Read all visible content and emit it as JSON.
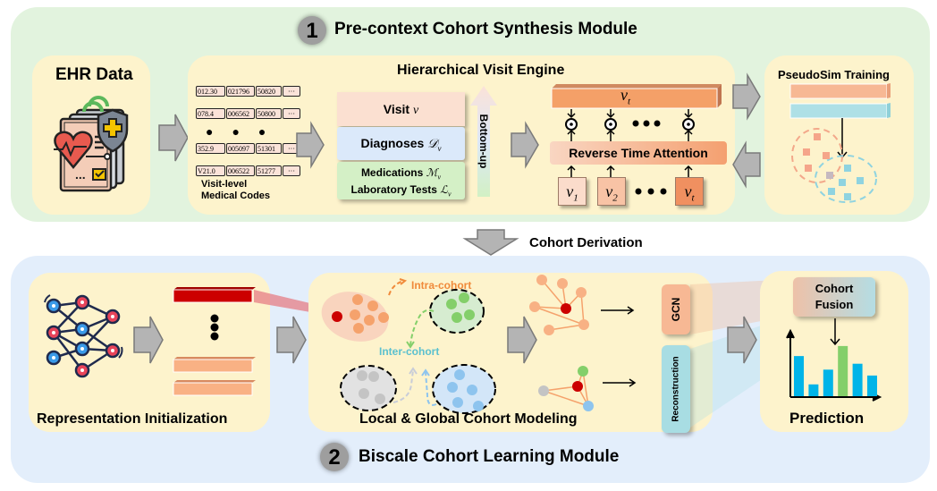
{
  "module1": {
    "number": "1",
    "title": "Pre-context Cohort Synthesis Module"
  },
  "module2": {
    "number": "2",
    "title": "Biscale Cohort Learning Module"
  },
  "ehr": {
    "title": "EHR Data",
    "icon": "medical-record-icon"
  },
  "hve": {
    "title": "Hierarchical Visit Engine",
    "code_rows": [
      [
        "012.30",
        "021796",
        "50820",
        "···"
      ],
      [
        "078.4",
        "006562",
        "50800",
        "···"
      ],
      [
        "352.9",
        "005097",
        "51301",
        "···"
      ],
      [
        "V21.0",
        "006522",
        "51277",
        "···"
      ]
    ],
    "codes_caption_line1": "Visit-level",
    "codes_caption_line2": "Medical Codes",
    "visit_label": "Visit",
    "visit_symbol": "v",
    "diagnoses_label": "Diagnoses",
    "diagnoses_symbol": "𝒟",
    "medications_label": "Medications",
    "medications_symbol": "ℳ",
    "labtests_label": "Laboratory Tests",
    "labtests_symbol": "ℒ",
    "subscript": "v",
    "bottom_up_label": "Bottom-up",
    "attention_label": "Reverse Time Attention",
    "vt_top": "v",
    "vt_sub": "t",
    "visit_seq": [
      {
        "main": "v",
        "sub": "1"
      },
      {
        "main": "v",
        "sub": "2"
      },
      {
        "main": "v",
        "sub": "t"
      }
    ],
    "ellipsis": "●●●"
  },
  "pseudosim": {
    "title": "PseudoSim Training"
  },
  "cohort_derivation": {
    "label": "Cohort Derivation"
  },
  "rep_init": {
    "title": "Representation Initialization"
  },
  "cohort_modeling": {
    "title": "Local & Global Cohort Modeling",
    "intra_label": "Intra-cohort",
    "inter_label": "Inter-cohort",
    "gcn_label": "GCN",
    "recon_label": "Reconstruction"
  },
  "prediction": {
    "fusion_line1": "Cohort",
    "fusion_line2": "Fusion",
    "title": "Prediction",
    "bar_values": [
      0.68,
      0.2,
      0.45,
      0.85,
      0.55,
      0.35
    ],
    "bar_colors": [
      "#00b4e8",
      "#00b4e8",
      "#00b4e8",
      "#84cf6a",
      "#00b4e8",
      "#00b4e8"
    ]
  },
  "colors": {
    "module1_bg": "#e2f3de",
    "module2_bg": "#e3eefb",
    "panel_bg": "#fdf3cc",
    "orange": "#f5a26c",
    "red": "#cc0000",
    "teal": "#a8dde3",
    "green": "#84cf6a",
    "blue": "#8ec4ee",
    "arrow_gray": "#b4b4b4"
  }
}
